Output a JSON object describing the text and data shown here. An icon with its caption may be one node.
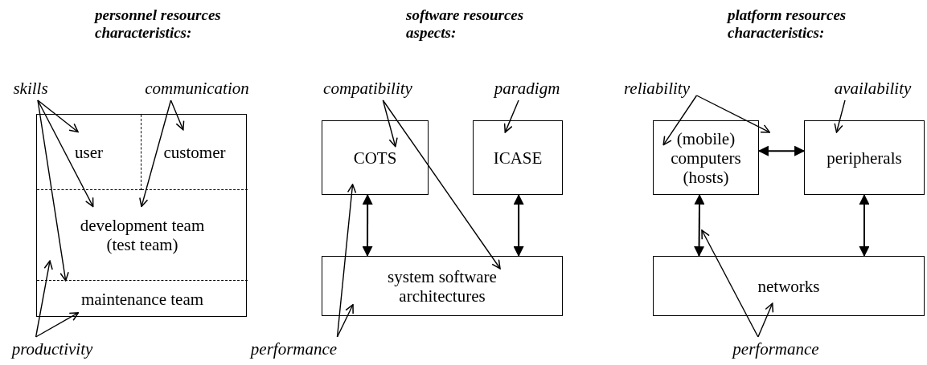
{
  "diagram": {
    "nodes": [
      {
        "text": [],
        "shape": "box"
      },
      {
        "text": [
          "user"
        ],
        "in": 0
      },
      {
        "text": [
          "customer"
        ],
        "in": 0
      },
      {
        "text": [
          "development team (test team)"
        ],
        "in": 0
      },
      {
        "text": [
          "maintenance team"
        ],
        "in": 0
      },
      {
        "text": [
          "skills"
        ]
      },
      {
        "text": [
          "communication"
        ]
      },
      {
        "text": [
          "productivity"
        ]
      },
      {
        "text": [
          "COTS"
        ]
      },
      {
        "text": [
          "ICASE"
        ]
      },
      {
        "text": [
          "system software architectures"
        ]
      },
      {
        "text": [
          "compatibility"
        ]
      },
      {
        "text": [
          "paradigm"
        ]
      },
      {
        "text": [
          "performance"
        ]
      },
      {
        "text": [
          "(mobile) computers (hosts)"
        ]
      },
      {
        "text": [
          "peripherals"
        ]
      },
      {
        "text": [
          "networks"
        ]
      },
      {
        "text": [
          "reliability"
        ]
      },
      {
        "text": [
          "availability"
        ]
      },
      {
        "text": [
          "performance"
        ]
      }
    ],
    "edges": [
      {
        "from": 5,
        "to": 1,
        "arrow": "to"
      },
      {
        "from": 5,
        "to": 3,
        "arrow": "to"
      },
      {
        "from": 5,
        "to": 4,
        "arrow": "to"
      },
      {
        "from": 6,
        "to": 2,
        "arrow": "to"
      },
      {
        "from": 6,
        "to": 3,
        "arrow": "to"
      },
      {
        "from": 7,
        "to": 3,
        "arrow": "to"
      },
      {
        "from": 7,
        "to": 4,
        "arrow": "to"
      },
      {
        "from": 11,
        "to": 8,
        "arrow": "to"
      },
      {
        "from": 11,
        "to": 10,
        "arrow": "to"
      },
      {
        "from": 12,
        "to": 9,
        "arrow": "to"
      },
      {
        "from": 13,
        "to": 8,
        "arrow": "to"
      },
      {
        "from": 13,
        "to": 10,
        "arrow": "to"
      },
      {
        "from": 8,
        "to": 10,
        "arrow": "both"
      },
      {
        "from": 9,
        "to": 10,
        "arrow": "both"
      },
      {
        "from": 17,
        "to": 14,
        "arrow": "to"
      },
      {
        "from": 17,
        "to": 14,
        "arrow": "to"
      },
      {
        "from": 18,
        "to": 15,
        "arrow": "to"
      },
      {
        "from": 14,
        "to": 15,
        "arrow": "both"
      },
      {
        "from": 14,
        "to": 16,
        "arrow": "both"
      },
      {
        "from": 15,
        "to": 16,
        "arrow": "both"
      },
      {
        "from": 19,
        "to": null,
        "arrow": "to"
      },
      {
        "from": 19,
        "to": 16,
        "arrow": "to"
      }
    ],
    "labels": [
      "personnel resources characteristics:",
      "software resources aspects:",
      "platform resources characteristics:"
    ]
  }
}
